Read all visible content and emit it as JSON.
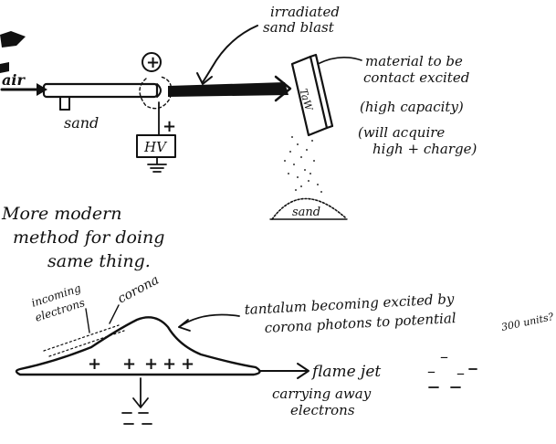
{
  "top_diagram": {
    "input_label": "air",
    "sand_label": "sand",
    "polarity_symbol": "+",
    "supply_polarity": "+",
    "hv_label": "HV",
    "blast_label_line1": "irradiated",
    "blast_label_line2": "sand blast",
    "target_label_line1": "material to be",
    "target_label_line2": "contact excited",
    "target_note_1": "(high capacity)",
    "target_note_2_line1": "(will acquire",
    "target_note_2_line2": "high + charge)",
    "target_face_label": "TaW",
    "pile_label": "sand"
  },
  "middle_note": {
    "line1": "More modern",
    "line2": "method for doing",
    "line3": "same thing."
  },
  "bottom_diagram": {
    "incoming_label_line1": "incoming",
    "incoming_label_line2": "electrons",
    "corona_label": "corona",
    "tantalum_label_line1": "tantalum becoming excited by",
    "tantalum_label_line2": "corona photons to potential",
    "units_label": "300 units?",
    "plus_signs": [
      "+",
      "+",
      "+",
      "+",
      "+"
    ],
    "flame_label": "flame jet",
    "carrying_label_line1": "carrying away",
    "carrying_label_line2": "electrons",
    "minus_signs": [
      "–",
      "–",
      "–"
    ]
  }
}
